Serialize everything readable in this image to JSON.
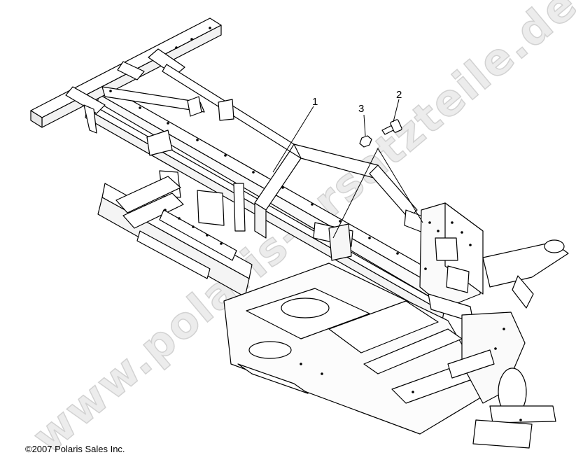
{
  "watermark": {
    "text": "www.polaris-ersatzteile.de"
  },
  "callouts": [
    {
      "number": "1",
      "part": "frame"
    },
    {
      "number": "2",
      "part": "bolt"
    },
    {
      "number": "3",
      "part": "nut"
    }
  ],
  "copyright": "©2007 Polaris Sales Inc.",
  "colors": {
    "line": "#000000",
    "background": "#ffffff",
    "watermark_fill": "#ececec",
    "watermark_stroke": "#d2d2d2"
  }
}
